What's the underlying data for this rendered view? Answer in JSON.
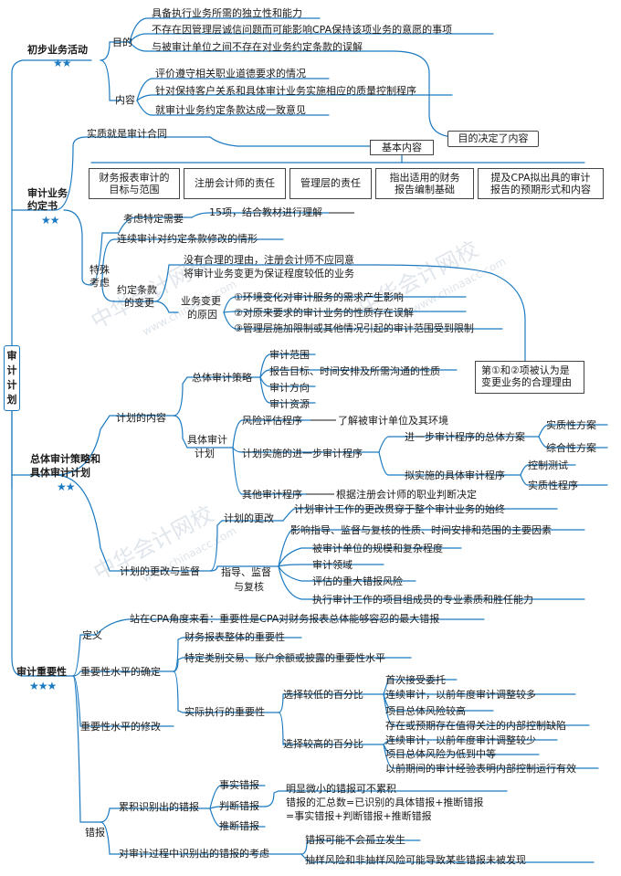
{
  "root": "审计计划",
  "watermark": {
    "text1": "中华会计网校",
    "text2": "www.chinaacc.com"
  },
  "s1": {
    "title": "初步业务活动",
    "stars": "★★",
    "goal": "目的",
    "goals": [
      "具备执行业务所需的独立性和能力",
      "不存在因管理层诚信问题而可能影响CPA保持该项业务的意愿的事项",
      "与被审计单位之间不存在对业务约定条款的误解"
    ],
    "content": "内容",
    "contents": [
      "评价遵守相关职业道德要求的情况",
      "针对保持客户关系和具体审计业务实施相应的质量控制程序",
      "就审计业务约定条款达成一致意见"
    ],
    "note": "目的决定了内容"
  },
  "s2": {
    "title1": "审计业务",
    "title2": "约定书",
    "stars": "★★",
    "essence": "实质就是审计合同",
    "basic": "基本内容",
    "items": [
      [
        "财务报表审计的",
        "目标与范围"
      ],
      [
        "注册会计师的责任"
      ],
      [
        "管理层的责任"
      ],
      [
        "指出适用的财务",
        "报告编制基础"
      ],
      [
        "提及CPA拟出具的审计",
        "报告的预期形式和内容"
      ]
    ],
    "special1": "特殊",
    "special2": "考虑",
    "consider": "考虑特定需要",
    "fifteen": "15项，结合教材进行理解",
    "continue": "连续审计对约定条款修改的情形",
    "change1": "约定条款",
    "change2": "的变更",
    "noreason1": "没有合理的理由，注册会计师不应同意",
    "noreason2": "将审计业务变更为保证程度较低的业务",
    "reason1": "业务变更",
    "reason2": "的原因",
    "reasons": [
      "①环境变化对审计服务的需求产生影响",
      "②对原来要求的审计业务的性质存在误解",
      "③管理层施加限制或其他情况引起的审计范围受到限制"
    ],
    "reasonNote1": "第①和②项被认为是",
    "reasonNote2": "变更业务的合理理由"
  },
  "s3": {
    "title1": "总体审计策略和",
    "title2": "具体审计计划",
    "stars": "★★",
    "content": "计划的内容",
    "overall": "总体审计策略",
    "overallItems": [
      "审计范围",
      "报告目标、时间安排及所需沟通的性质",
      "审计方向",
      "审计资源"
    ],
    "specific1": "具体审计",
    "specific2": "计划",
    "risk": "风险评估程序",
    "riskNote": "了解被审计单位及其环境",
    "further": "计划实施的进一步审计程序",
    "furtherA": "进一步审计程序的总体方案",
    "plans": [
      "实质性方案",
      "综合性方案"
    ],
    "furtherB": "拟实施的具体审计程序",
    "procs": [
      "控制测试",
      "实质性程序"
    ],
    "other": "其他审计程序",
    "otherNote": "根据注册会计师的职业判断决定",
    "changeSup": "计划的更改与监督",
    "change": "计划的更改",
    "changeNote": "计划审计工作的更改贯穿于整个审计业务的始终",
    "sup1": "指导、监督",
    "sup2": "与复核",
    "supNote": "影响指导、监督与复核的性质、时间安排和范围的主要因素",
    "factors": [
      "被审计单位的规模和复杂程度",
      "审计领域",
      "评估的重大错报风险",
      "执行审计工作的项目组成员的专业素质和胜任能力"
    ]
  },
  "s4": {
    "title": "审计重要性",
    "stars": "★★★",
    "def": "定义",
    "defNote": "站在CPA角度来看：重要性是CPA对财务报表总体能够容忍的最大错报",
    "determine": "重要性水平的确定",
    "overallM": "财务报表整体的重要性",
    "specificM": "特定类别交易、账户余额或披露的重要性水平",
    "perf": "实际执行的重要性",
    "low": "选择较低的百分比",
    "lowItems": [
      "首次接受委托",
      "连续审计，以前年度审计调整较多",
      "项目总体风险较高",
      "存在或预期存在值得关注的内部控制缺陷"
    ],
    "high": "选择较高的百分比",
    "highItems": [
      "连续审计，以前年度审计调整较少",
      "项目总体风险为低到中等",
      "以前期间的审计经验表明内部控制运行有效"
    ],
    "revise": "重要性水平的修改",
    "mis": "错报",
    "accum": "累积识别出的错报",
    "misTypes": [
      "事实错报",
      "判断错报",
      "推断错报"
    ],
    "accNotes": [
      "明显微小的错报可不累积",
      "错报的汇总数=已识别的具体错报+推断错报",
      "=事实错报+判断错报+推断错报"
    ],
    "consider": "对审计过程中识别出的错报的考虑",
    "consNotes": [
      "错报可能不会孤立发生",
      "抽样风险和非抽样风险可能导致某些错报未被发现"
    ]
  }
}
